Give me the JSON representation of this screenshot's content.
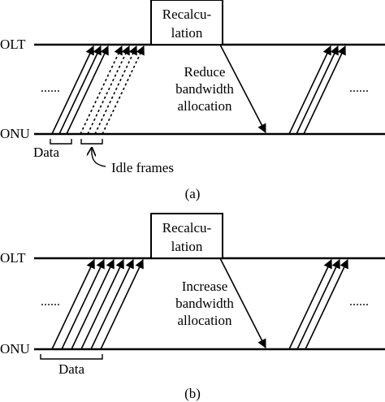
{
  "panel_a": {
    "box_label_line1": "Recalcu-",
    "box_label_line2": "lation",
    "olt_label": "OLT",
    "onu_label": "ONU",
    "ellipsis_left": "......",
    "ellipsis_right": "......",
    "message_line1": "Reduce",
    "message_line2": "bandwidth",
    "message_line3": "allocation",
    "data_label": "Data",
    "idle_label": "Idle frames",
    "caption": "(a)"
  },
  "panel_b": {
    "box_label_line1": "Recalcu-",
    "box_label_line2": "lation",
    "olt_label": "OLT",
    "onu_label": "ONU",
    "ellipsis_left": "......",
    "ellipsis_right": "......",
    "message_line1": "Increase",
    "message_line2": "bandwidth",
    "message_line3": "allocation",
    "data_label": "Data",
    "caption": "(b)"
  },
  "colors": {
    "ink": "#000000",
    "background": "#ffffff"
  }
}
